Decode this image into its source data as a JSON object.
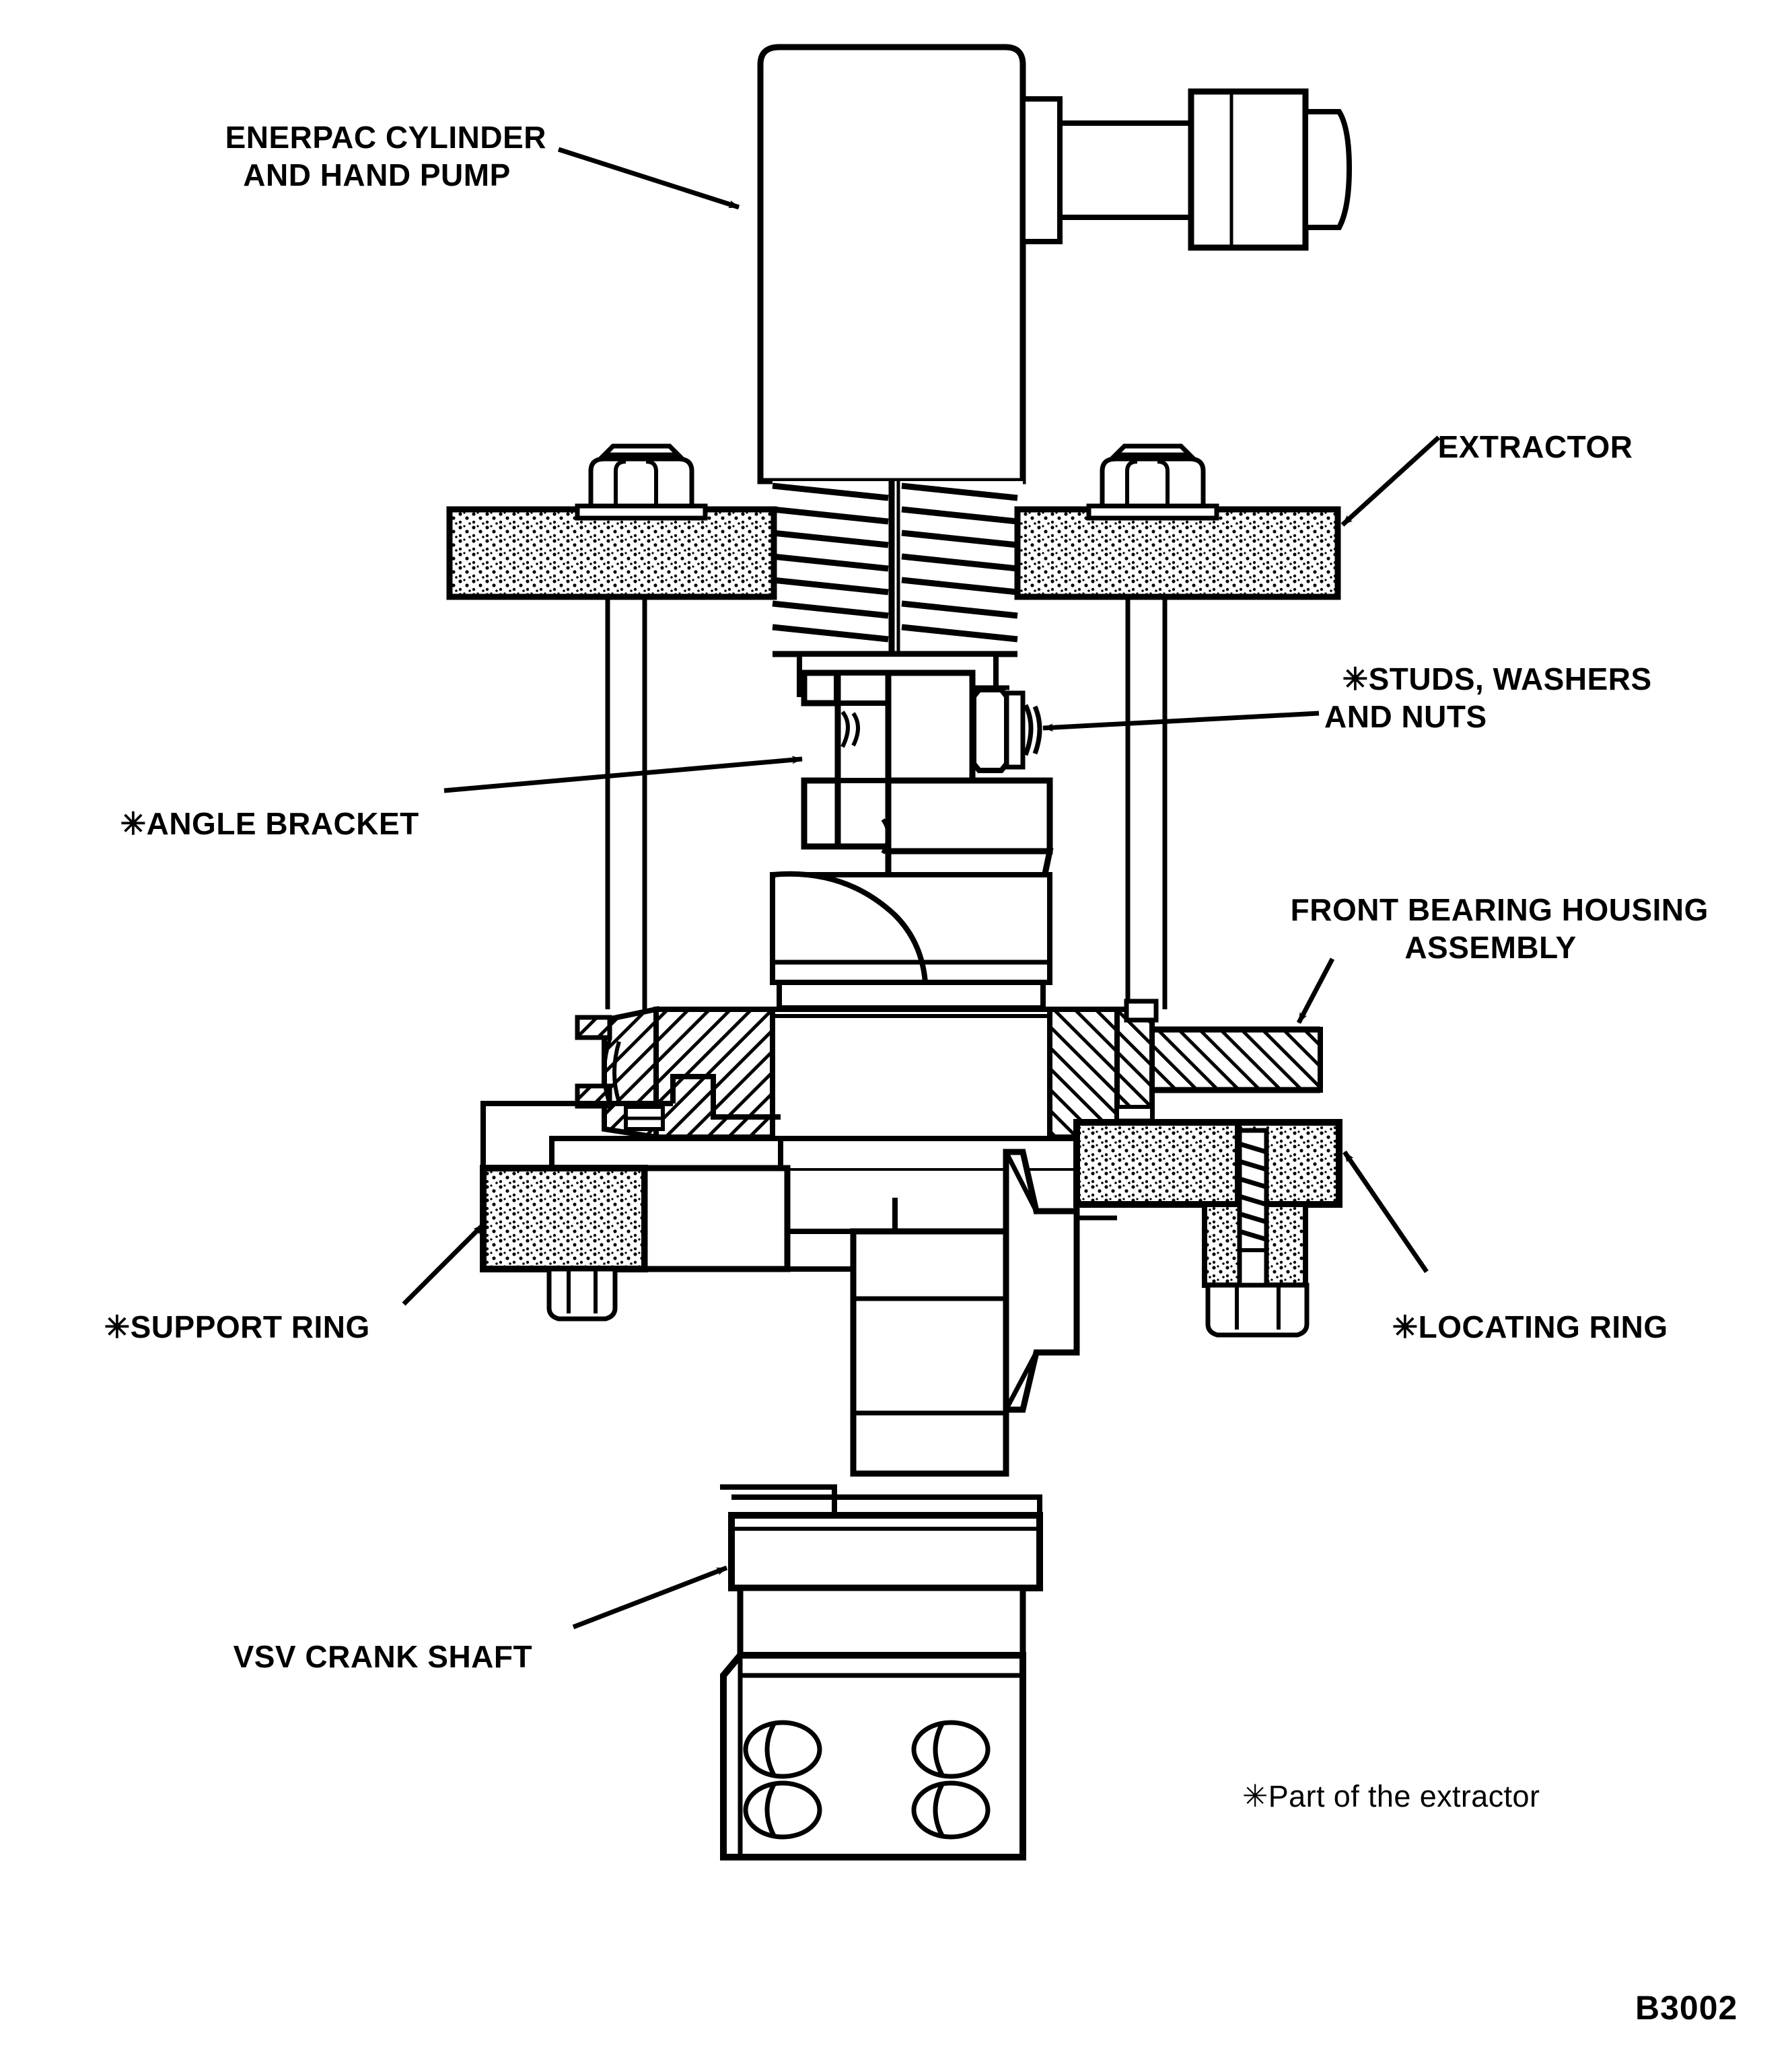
{
  "figure": {
    "id": "B3002",
    "title_labels": [
      {
        "key": "enerpac",
        "text": "ENERPAC CYLINDER\nAND HAND PUMP",
        "marker": "",
        "points_to": "hydraulic cylinder body"
      },
      {
        "key": "extractor",
        "text": "EXTRACTOR",
        "marker": "",
        "points_to": "top stippled cross bar plate"
      },
      {
        "key": "studs",
        "text": "STUDS, WASHERS\nAND NUTS",
        "marker": "✳",
        "points_to": "hex nut and washer on angle bracket"
      },
      {
        "key": "angle_bracket",
        "text": "ANGLE BRACKET",
        "marker": "✳",
        "points_to": "angle bracket under extractor plate"
      },
      {
        "key": "front_bearing",
        "text": "FRONT BEARING HOUSING\nASSEMBLY",
        "marker": "",
        "points_to": "hatched section of bearing housing"
      },
      {
        "key": "support_ring",
        "text": "SUPPORT RING",
        "marker": "✳",
        "points_to": "left stippled ring"
      },
      {
        "key": "locating_ring",
        "text": "LOCATING RING",
        "marker": "✳",
        "points_to": "right stippled ring"
      },
      {
        "key": "vsv_crank",
        "text": "VSV CRANK SHAFT",
        "marker": "",
        "points_to": "lower shaft body"
      }
    ],
    "footnote": {
      "marker": "✳",
      "text": "Part of the extractor"
    },
    "colors": {
      "line": "#000000",
      "background": "#ffffff",
      "stipple_fill": "#000000",
      "hatch_fill": "#000000"
    }
  }
}
